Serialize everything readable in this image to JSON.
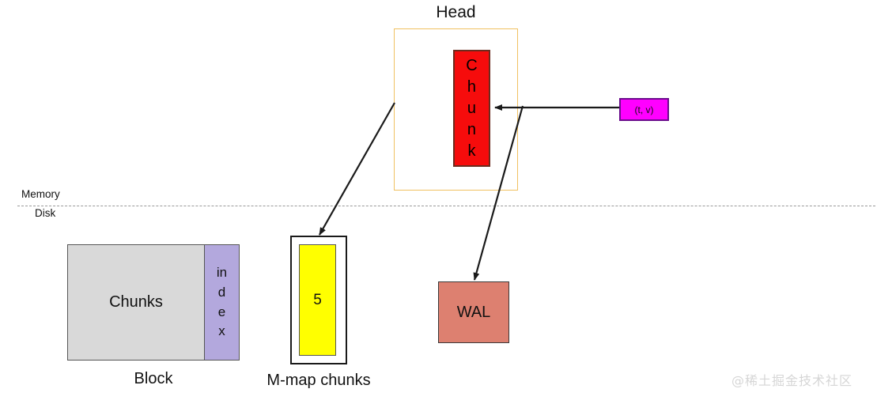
{
  "diagram": {
    "head": {
      "label": "Head",
      "border_color": "#f0c060",
      "chunk": {
        "label": "C\nh\nu\nn\nk",
        "color": "#f60c0c"
      }
    },
    "sample": {
      "label": "(t, v)",
      "color": "#ff00ff"
    },
    "divider": {
      "memory_label": "Memory",
      "disk_label": "Disk",
      "color": "#9a9a9a"
    },
    "block": {
      "label": "Block",
      "chunks_label": "Chunks",
      "chunks_color": "#d9d9d9",
      "index_label": "in\nd\ne\nx",
      "index_color": "#b3a8dd"
    },
    "mmap": {
      "label": "M-map chunks",
      "value": "5",
      "color": "#ffff00"
    },
    "wal": {
      "label": "WAL",
      "color": "#dd8070"
    },
    "arrows": [
      {
        "name": "sample-to-chunk",
        "from": "(t, v)",
        "to": "Chunk"
      },
      {
        "name": "head-to-mmap",
        "from": "Head",
        "to": "M-map chunks"
      },
      {
        "name": "head-to-wal",
        "from": "Head",
        "to": "WAL"
      }
    ]
  },
  "watermark": {
    "text": "@稀土掘金技术社区"
  }
}
